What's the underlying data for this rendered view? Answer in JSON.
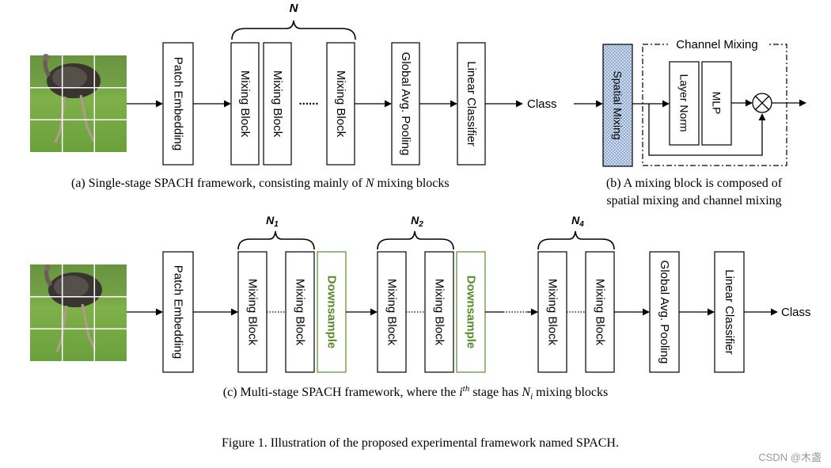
{
  "panel_a": {
    "patch_embedding": "Patch Embedding",
    "mixing_block": "Mixing Block",
    "dots": "......",
    "global_pool": "Global Avg. Pooling",
    "linear_classifier": "Linear Classifier",
    "class_label": "Class",
    "brace_label": "N",
    "caption_prefix": "(a) Single-stage SPACH framework, consisting mainly of ",
    "caption_var": "N",
    "caption_suffix": " mixing blocks"
  },
  "panel_b": {
    "spatial_mixing": "Spatial Mixing",
    "channel_mixing": "Channel Mixing",
    "layer_norm": "Layer Norm",
    "mlp": "MLP",
    "caption_line1": "(b) A mixing block is composed of",
    "caption_line2": "spatial mixing and channel mixing"
  },
  "panel_c": {
    "patch_embedding": "Patch Embedding",
    "mixing_block": "Mixing Block",
    "downsample": "Downsample",
    "global_pool": "Global Avg. Pooling",
    "linear_classifier": "Linear Classifier",
    "class_label": "Class",
    "brace_n1": "N",
    "brace_n1_sub": "1",
    "brace_n2": "N",
    "brace_n2_sub": "2",
    "brace_n4": "N",
    "brace_n4_sub": "4",
    "caption_prefix": "(c) Multi-stage SPACH framework, where the ",
    "caption_i": "i",
    "caption_th": "th",
    "caption_mid": " stage has ",
    "caption_N": "N",
    "caption_sub": "i",
    "caption_suffix": " mixing blocks"
  },
  "figure_caption": "Figure 1. Illustration of the proposed experimental framework named SPACH.",
  "watermark": "CSDN @木盏",
  "colors": {
    "downsample": "#5a8a2e",
    "spatial_fill": "#bcd0e8",
    "stroke": "#000000"
  }
}
